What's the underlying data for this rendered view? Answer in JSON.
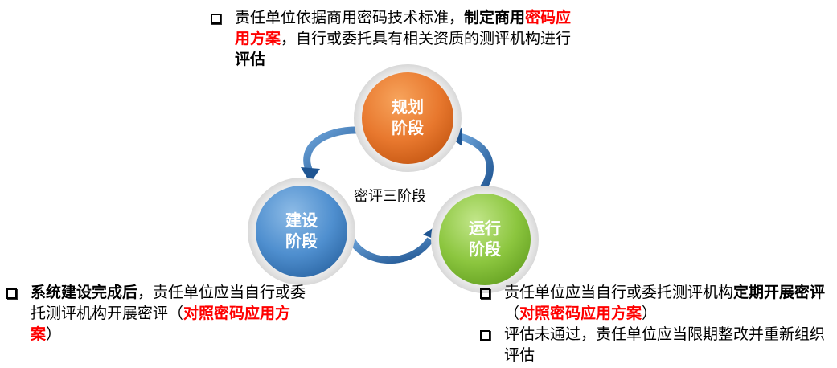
{
  "top_note": {
    "runs": [
      "责任单位依据商用密码技术标准，",
      "制定商用",
      "密码应用方案",
      "，自行或委托具有相关资质的测评机构进行",
      "评估"
    ]
  },
  "center_label": "密评三阶段",
  "phases": [
    {
      "line1": "规划",
      "line2": "阶段",
      "color": "#e8782e"
    },
    {
      "line1": "建设",
      "line2": "阶段",
      "color": "#4f8fcf"
    },
    {
      "line1": "运行",
      "line2": "阶段",
      "color": "#8cc63f"
    }
  ],
  "left_note": {
    "runs": [
      "系统建设完成后",
      "，责任单位应当自行或委托测评机构开展密评（",
      "对照密码应用方案",
      "）"
    ]
  },
  "right_notes": [
    {
      "runs": [
        "责任单位应当自行或委托测评机构",
        "定期开展密评",
        "（",
        "对照密码应用方案",
        "）"
      ]
    },
    {
      "runs": [
        "评估未通过，责任单位应当限期整改并重新组织评估"
      ]
    }
  ],
  "colors": {
    "accent_red": "#ff0000",
    "arrow_blue": "#2f6fb0"
  }
}
